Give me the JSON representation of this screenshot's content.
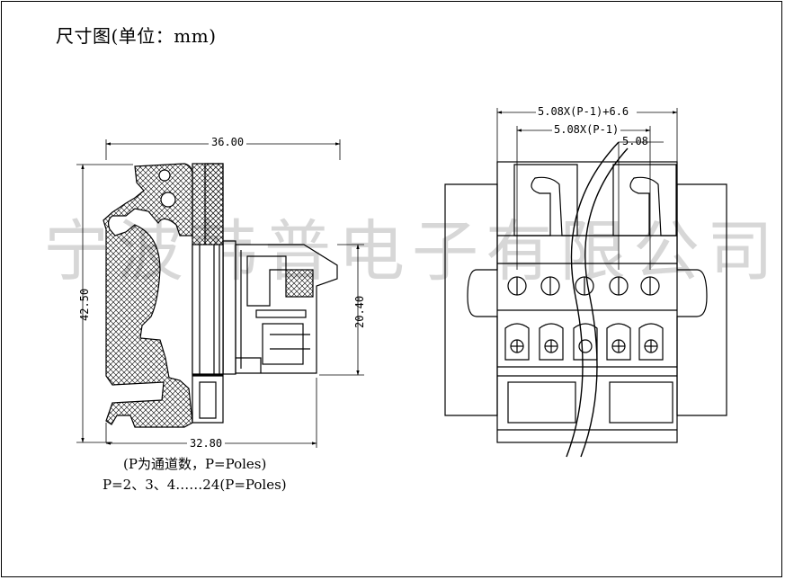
{
  "title": "尺寸图(单位：mm)",
  "watermark": "宁波韩普电子有限公司",
  "notes": {
    "line1": "(P为通道数，P=Poles)",
    "line2": "P=2、3、4……24(P=Poles)"
  },
  "dimensions": {
    "width_top": "36.00",
    "width_bottom": "32.80",
    "height_left": "42.50",
    "height_right": "20.40",
    "pitch_total": "5.08X(P-1)+6.6",
    "pitch_inner": "5.08X(P-1)",
    "pitch": "5.08"
  }
}
